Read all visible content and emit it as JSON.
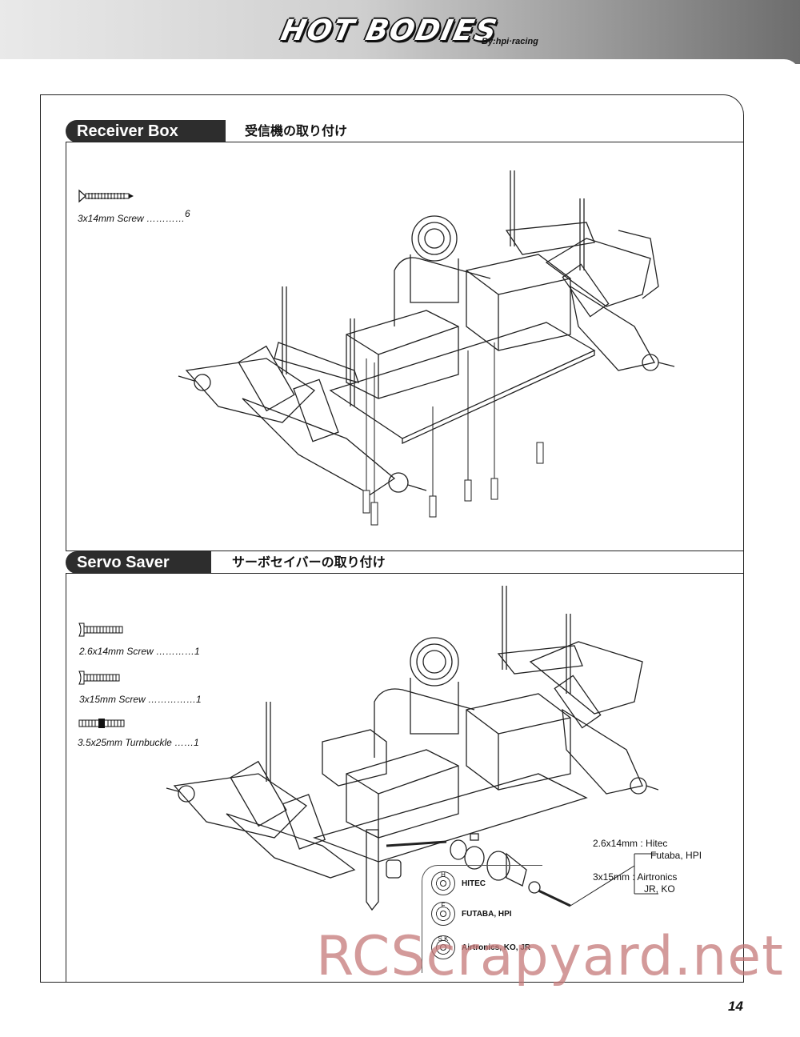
{
  "header": {
    "logo_main": "HOT BODIES",
    "logo_sub": "By:hpi·racing"
  },
  "sections": [
    {
      "title": "Receiver Box",
      "title_jp": "受信機の取り付け",
      "parts": [
        {
          "name": "3x14mm Screw",
          "qty": "6"
        }
      ]
    },
    {
      "title": "Servo Saver",
      "title_jp": "サーボセイバーの取り付け",
      "parts": [
        {
          "name": "2.6x14mm Screw",
          "qty": "1"
        },
        {
          "name": "3x15mm Screw",
          "qty": "1"
        },
        {
          "name": "3.5x25mm Turnbuckle",
          "qty": "1"
        }
      ],
      "callouts": {
        "a_size": "2.6x14mm :",
        "a_line1": "Hitec",
        "a_line2": "Futaba, HPI",
        "b_size": "3x15mm :",
        "b_line1": "Airtronics",
        "b_line2": "JR, KO"
      },
      "servo_options": [
        {
          "code": "H",
          "label": "HITEC"
        },
        {
          "code": "F",
          "label": "FUTABA, HPI"
        },
        {
          "code": "S.K",
          "label": "Airtronics, KO, JR"
        }
      ]
    }
  ],
  "watermark": "RCScrapyard.net",
  "page_number": "14"
}
